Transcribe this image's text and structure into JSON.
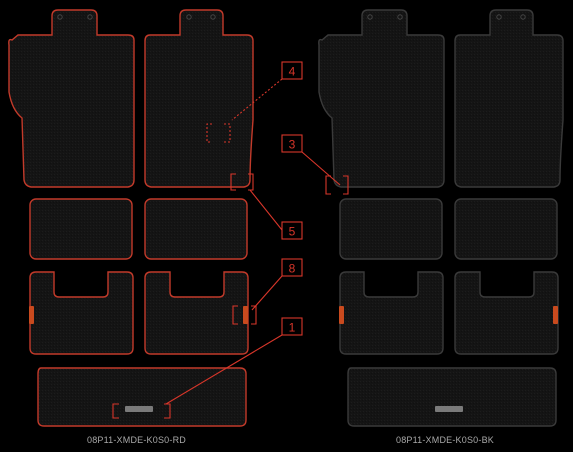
{
  "product": {
    "left_part_number": "08P11-XMDE-K0S0-RD",
    "right_part_number": "08P11-XMDE-K0S0-BK"
  },
  "callouts": [
    {
      "number": "1"
    },
    {
      "number": "3"
    },
    {
      "number": "4"
    },
    {
      "number": "5"
    },
    {
      "number": "8"
    }
  ],
  "colors": {
    "background": "#000000",
    "mat_fill": "#161616",
    "trim_red": "#c23a2a",
    "trim_black": "#3a3a3a",
    "callout_red": "#d8362a",
    "caption_text": "#a9a9a9"
  }
}
